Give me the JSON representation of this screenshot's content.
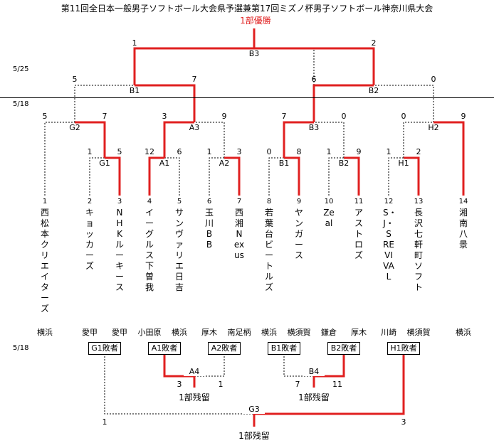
{
  "title": "第11回全日本一般男子ソフトボール大会県予選兼第17回ミズノ杯男子ソフトボール神奈川県大会",
  "winner_label": "1部優勝",
  "dates": {
    "d525": "5/25",
    "d518a": "5/18",
    "d518b": "5/18"
  },
  "teams": [
    {
      "no": "1",
      "name": "西松本クリエイターズ",
      "pref": "横浜"
    },
    {
      "no": "2",
      "name": "キョッカーズ",
      "pref": "愛甲"
    },
    {
      "no": "3",
      "name": "NHKルーキース",
      "pref": "愛甲"
    },
    {
      "no": "4",
      "name": "イーグルス下曽我",
      "pref": "小田原"
    },
    {
      "no": "5",
      "name": "サンヴァリエ日吉",
      "pref": "横浜"
    },
    {
      "no": "6",
      "name": "玉川BB",
      "pref": "厚木"
    },
    {
      "no": "7",
      "name": "西湘 Nexus",
      "pref": "南足柄"
    },
    {
      "no": "8",
      "name": "若葉台ビートルズ",
      "pref": "横浜"
    },
    {
      "no": "9",
      "name": "ヤンガース",
      "pref": "横須賀"
    },
    {
      "no": "10",
      "name": "Zeal",
      "pref": "鎌倉"
    },
    {
      "no": "11",
      "name": "アストロズ",
      "pref": "厚木"
    },
    {
      "no": "12",
      "name": "S・J・S REVIVAL",
      "pref": "川崎"
    },
    {
      "no": "13",
      "name": "長沢七軒町ソフト",
      "pref": "横須賀"
    },
    {
      "no": "14",
      "name": "湘南八景",
      "pref": "横浜"
    }
  ],
  "matches": {
    "G1": {
      "code": "G1",
      "s1": "1",
      "s2": "5"
    },
    "A1": {
      "code": "A1",
      "s1": "12",
      "s2": "6"
    },
    "A2": {
      "code": "A2",
      "s1": "1",
      "s2": "3"
    },
    "B1": {
      "code": "B1",
      "s1": "0",
      "s2": "8"
    },
    "B2": {
      "code": "B2",
      "s1": "1",
      "s2": "9"
    },
    "H1": {
      "code": "H1",
      "s1": "1",
      "s2": "2"
    },
    "G2": {
      "code": "G2",
      "s1": "5",
      "s2": "7"
    },
    "A3": {
      "code": "A3",
      "s1": "3",
      "s2": "9"
    },
    "B3": {
      "code": "B3",
      "s1": "7",
      "s2": "0"
    },
    "H2": {
      "code": "H2",
      "s1": "0",
      "s2": "9"
    },
    "SB1": {
      "code": "B1",
      "s1": "5",
      "s2": "7"
    },
    "SB2": {
      "code": "B2",
      "s1": "6",
      "s2": "0"
    },
    "F": {
      "code": "B3",
      "s1": "1",
      "s2": "2"
    }
  },
  "consolation": {
    "boxes": [
      "G1敗者",
      "A1敗者",
      "A2敗者",
      "B1敗者",
      "B2敗者",
      "H1敗者"
    ],
    "A4": {
      "code": "A4",
      "s1": "3",
      "s2": "1",
      "result": "1部残留"
    },
    "B4": {
      "code": "B4",
      "s1": "7",
      "s2": "11",
      "result": "1部残留"
    },
    "G3": {
      "code": "G3",
      "s1": "1",
      "s2": "3",
      "result": "1部残留"
    }
  },
  "colors": {
    "winner_line": "#e02020",
    "loser_line": "#000000"
  }
}
